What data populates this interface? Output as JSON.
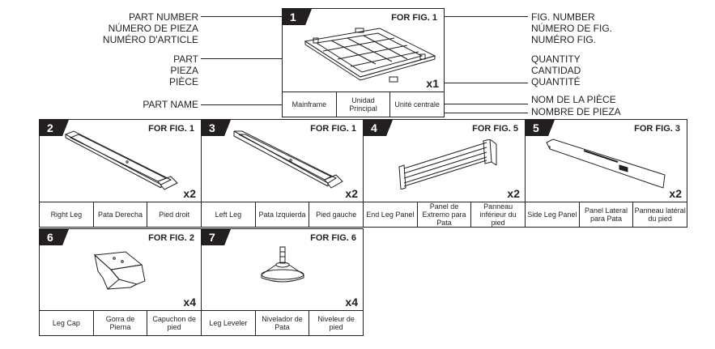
{
  "legend": {
    "part_number": [
      "PART NUMBER",
      "NÚMERO DE PIEZA",
      "NUMÉRO D'ARTICLE"
    ],
    "part": [
      "PART",
      "PIEZA",
      "PIÈCE"
    ],
    "part_name": "PART NAME",
    "fig_number": [
      "FIG. NUMBER",
      "NÚMERO DE FIG.",
      "NUMÉRO FIG."
    ],
    "quantity": [
      "QUANTITY",
      "CANTIDAD",
      "QUANTITÉ"
    ],
    "nom_piece": "NOM DE LA PIÈCE",
    "nombre_pieza": "NOMBRE DE PIEZA"
  },
  "parts": [
    {
      "number": "1",
      "fig": "FOR FIG. 1",
      "qty": "x1",
      "names": [
        "Mainframe",
        "Unidad Principal",
        "Unité centrale"
      ],
      "icon": "mainframe-tray-icon"
    },
    {
      "number": "2",
      "fig": "FOR FIG. 1",
      "qty": "x2",
      "names": [
        "Right Leg",
        "Pata Derecha",
        "Pied droit"
      ],
      "icon": "right-leg-icon"
    },
    {
      "number": "3",
      "fig": "FOR FIG. 1",
      "qty": "x2",
      "names": [
        "Left Leg",
        "Pata Izquierda",
        "Pied gauche"
      ],
      "icon": "left-leg-icon"
    },
    {
      "number": "4",
      "fig": "FOR FIG. 5",
      "qty": "x2",
      "names": [
        "End Leg Panel",
        "Panel de Extremo para Pata",
        "Panneau inférieur du pied"
      ],
      "icon": "end-leg-panel-icon"
    },
    {
      "number": "5",
      "fig": "FOR FIG. 3",
      "qty": "x2",
      "names": [
        "Side Leg Panel",
        "Panel Lateral para Pata",
        "Panneau latéral du pied"
      ],
      "icon": "side-leg-panel-icon"
    },
    {
      "number": "6",
      "fig": "FOR FIG. 2",
      "qty": "x4",
      "names": [
        "Leg Cap",
        "Gorra de Pierna",
        "Capuchon de pied"
      ],
      "icon": "leg-cap-icon"
    },
    {
      "number": "7",
      "fig": "FOR FIG. 6",
      "qty": "x4",
      "names": [
        "Leg Leveler",
        "Nivelador de Pata",
        "Niveleur de pied"
      ],
      "icon": "leg-leveler-icon"
    }
  ]
}
